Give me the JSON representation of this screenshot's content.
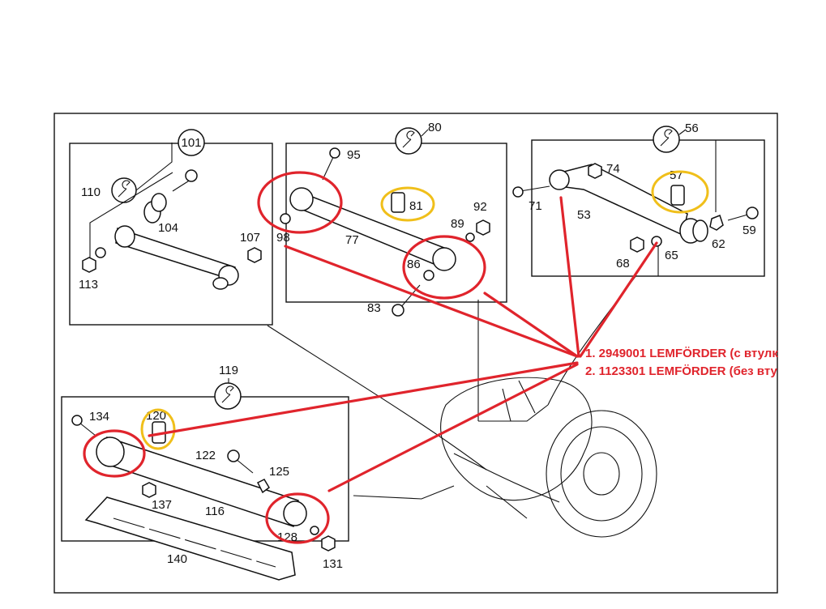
{
  "colors": {
    "highlight_red": "#e0242c",
    "highlight_yellow": "#f0bf1a",
    "line": "#111111"
  },
  "icons": [
    "wrench-icon"
  ],
  "groups": [
    {
      "id": "101",
      "label": "101"
    },
    {
      "id": "80",
      "label": "80"
    },
    {
      "id": "56",
      "label": "56"
    },
    {
      "id": "119",
      "label": "119"
    }
  ],
  "parts": {
    "p110": "110",
    "p104": "104",
    "p107": "107",
    "p113": "113",
    "p95": "95",
    "p81": "81",
    "p92": "92",
    "p89": "89",
    "p98": "98",
    "p77": "77",
    "p86": "86",
    "p83": "83",
    "p74": "74",
    "p57": "57",
    "p71": "71",
    "p53": "53",
    "p62": "62",
    "p59": "59",
    "p68": "68",
    "p65": "65",
    "p134": "134",
    "p120": "120",
    "p122": "122",
    "p125": "125",
    "p137": "137",
    "p116": "116",
    "p128": "128",
    "p131": "131",
    "p140": "140"
  },
  "annotations": [
    "1. 2949001 LEMFÖRDER (с втулк",
    "2. 1123301 LEMFÖRDER (без вту"
  ]
}
